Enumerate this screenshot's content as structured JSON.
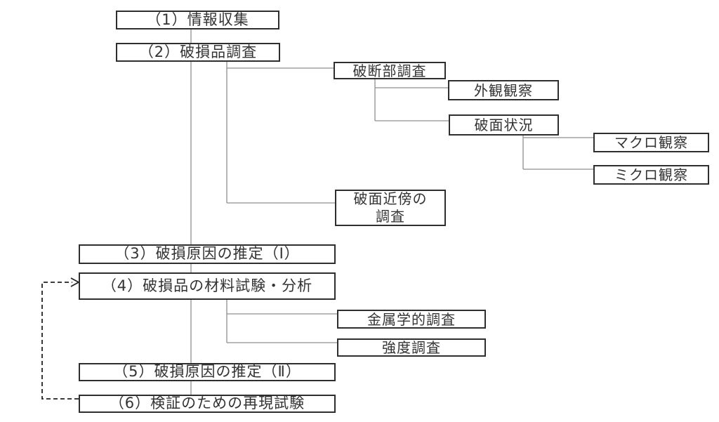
{
  "diagram": {
    "background_color": "#ffffff",
    "colors": {
      "box_border": "#2e2e2e",
      "box_fill": "#ffffff",
      "text": "#333333",
      "connector_line": "#8f8f8f",
      "feedback_arrow": "#222222"
    },
    "nodes": {
      "step1": {
        "label": "（1）情報収集"
      },
      "step2": {
        "label": "（2）破損品調査"
      },
      "fracpart": {
        "label": "破断部調査"
      },
      "appearance": {
        "label": "外観観察"
      },
      "surfcond": {
        "label": "破面状況"
      },
      "macro": {
        "label": "マクロ観察"
      },
      "micro": {
        "label": "ミクロ観察"
      },
      "nearfrac": {
        "line1": "破面近傍の",
        "line2": "調査"
      },
      "step3": {
        "label": "（3）破損原因の推定（Ⅰ）"
      },
      "step4": {
        "label": "（4）破損品の材料試験・分析"
      },
      "metallurgy": {
        "label": "金属学的調査"
      },
      "strength": {
        "label": "強度調査"
      },
      "step5": {
        "label": "（5）破損原因の推定（Ⅱ）"
      },
      "step6": {
        "label": "（6）検証のための再現試験"
      }
    },
    "edges": {
      "solid": [
        "step1 -> step2",
        "step2 -> step3 (trunk)",
        "step2 -> fracpart",
        "step2 -> nearfrac",
        "fracpart -> appearance",
        "fracpart -> surfcond",
        "surfcond -> macro",
        "surfcond -> micro",
        "step3 -> step4",
        "step4 -> step5 (trunk)",
        "step4 -> metallurgy",
        "step4 -> strength",
        "step5 -> step6"
      ],
      "dashed_feedback": "step6 -> step4"
    }
  }
}
